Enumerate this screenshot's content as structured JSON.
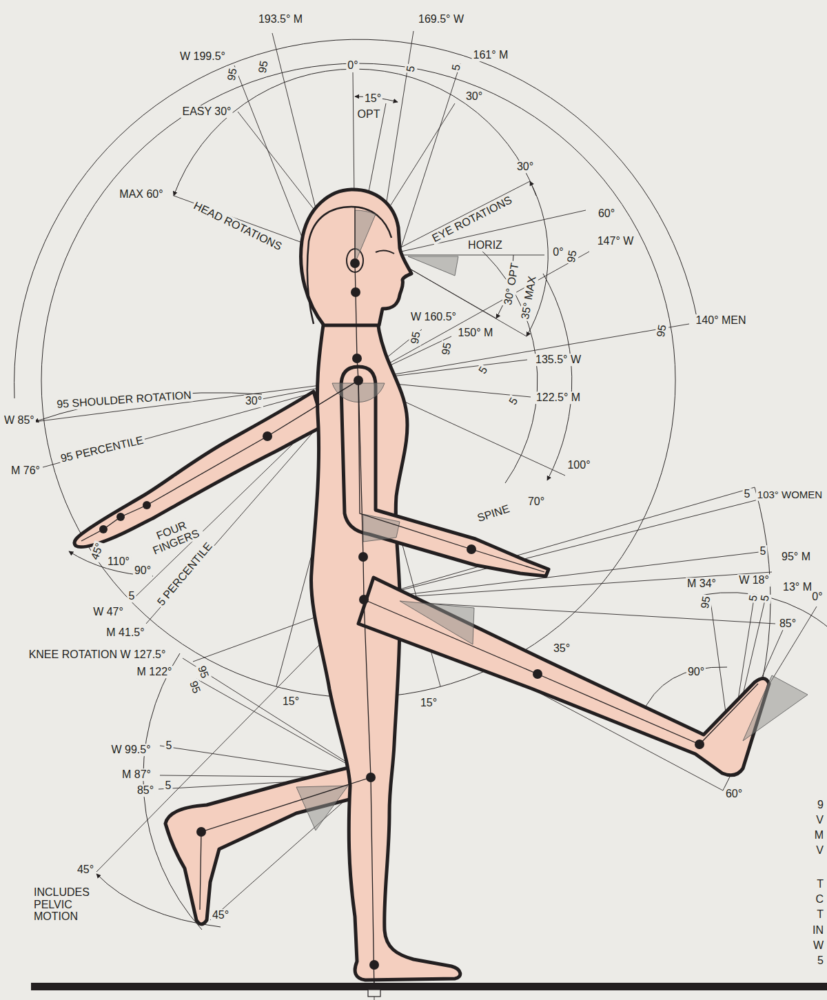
{
  "diagram": {
    "labels": [
      "193.5° M",
      "169.5° W",
      "W 199.5°",
      "95",
      "95",
      "5",
      "5",
      "161° M",
      "0°",
      "15°",
      "OPT",
      "30°",
      "EASY 30°",
      "30°",
      "MAX 60°",
      "HEAD ROTATIONS",
      "EYE ROTATIONS",
      "60°",
      "147° W",
      "95",
      "HORIZ",
      "0°",
      "30° OPT",
      "35° MAX",
      "W 160.5°",
      "95",
      "150° M",
      "95",
      "140° MEN",
      "95",
      "5",
      "135.5° W",
      "5",
      "122.5° M",
      "95 SHOULDER ROTATION",
      "30°",
      "W 85°",
      "95 PERCENTILE",
      "M 76°",
      "100°",
      "70°",
      "SPINE",
      "5",
      "103° WOMEN",
      "FOUR FINGERS",
      "45°",
      "110°",
      "90°",
      "5 PERCENTILE",
      "5",
      "95° M",
      "5",
      "M 34°",
      "W 18°",
      "13° M",
      "0°",
      "95",
      "5",
      "5",
      "W 47°",
      "85°",
      "M 41.5°",
      "KNEE ROTATION W 127.5°",
      "35°",
      "M 122°",
      "95",
      "95",
      "90°",
      "15°",
      "15°",
      "W 99.5°",
      "5",
      "M 87°",
      "5",
      "85°",
      "60°",
      "9",
      "V",
      "M",
      "V",
      "T",
      "C",
      "T",
      "IN",
      "W",
      "5",
      "45°",
      "INCLUDES PELVIC MOTION",
      "45°"
    ]
  }
}
